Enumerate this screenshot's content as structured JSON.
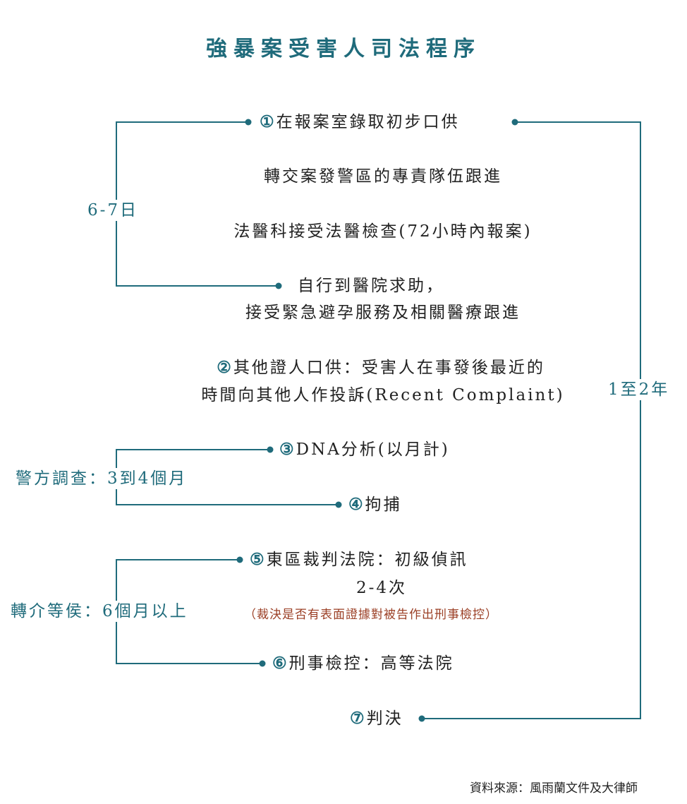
{
  "title": "強暴案受害人司法程序",
  "steps": {
    "s1_num": "①",
    "s1": "在報案室錄取初步口供",
    "transfer": "轉交案發警區的專責隊伍跟進",
    "forensic": "法醫科接受法醫檢查(72小時內報案)",
    "hospital_1": "自行到醫院求助，",
    "hospital_2": "接受緊急避孕服務及相關醫療跟進",
    "s2_num": "②",
    "s2_1": "其他證人口供：受害人在事發後最近的",
    "s2_2": "時間向其他人作投訴(Recent Complaint)",
    "s3_num": "③",
    "s3": "DNA分析(以月計)",
    "s4_num": "④",
    "s4": "拘捕",
    "s5_num": "⑤",
    "s5": "東區裁判法院：初級偵訊",
    "s5_times": "2-4次",
    "s5_note": "（裁決是否有表面證據對被告作出刑事檢控）",
    "s6_num": "⑥",
    "s6": "刑事檢控：高等法院",
    "s7_num": "⑦",
    "s7": "判決"
  },
  "durations": {
    "d1": "6-7日",
    "d_total": "1至2年",
    "d_police": "警方調查：3到4個月",
    "d_referral": "轉介等侯：6個月以上"
  },
  "source": "資料來源：風雨蘭文件及大律師",
  "colors": {
    "accent": "#1f6b7b",
    "note": "#9b3f25",
    "text": "#222222"
  }
}
